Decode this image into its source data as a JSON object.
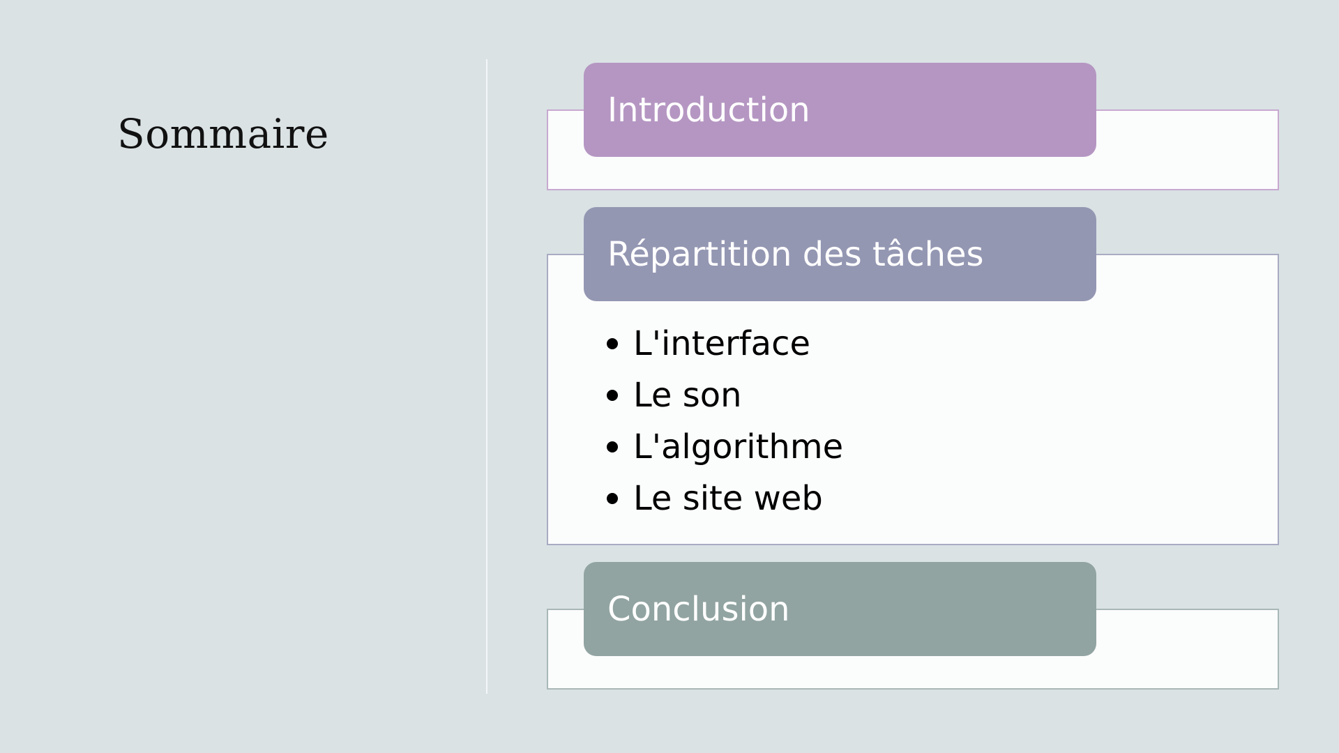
{
  "slide": {
    "title": "Sommaire"
  },
  "sections": [
    {
      "label": "Introduction",
      "color": "#b596c2"
    },
    {
      "label": "Répartition des tâches",
      "color": "#9497b2",
      "items": [
        "L'interface",
        "Le son",
        "L'algorithme",
        "Le site web"
      ]
    },
    {
      "label": "Conclusion",
      "color": "#91a4a1"
    }
  ]
}
